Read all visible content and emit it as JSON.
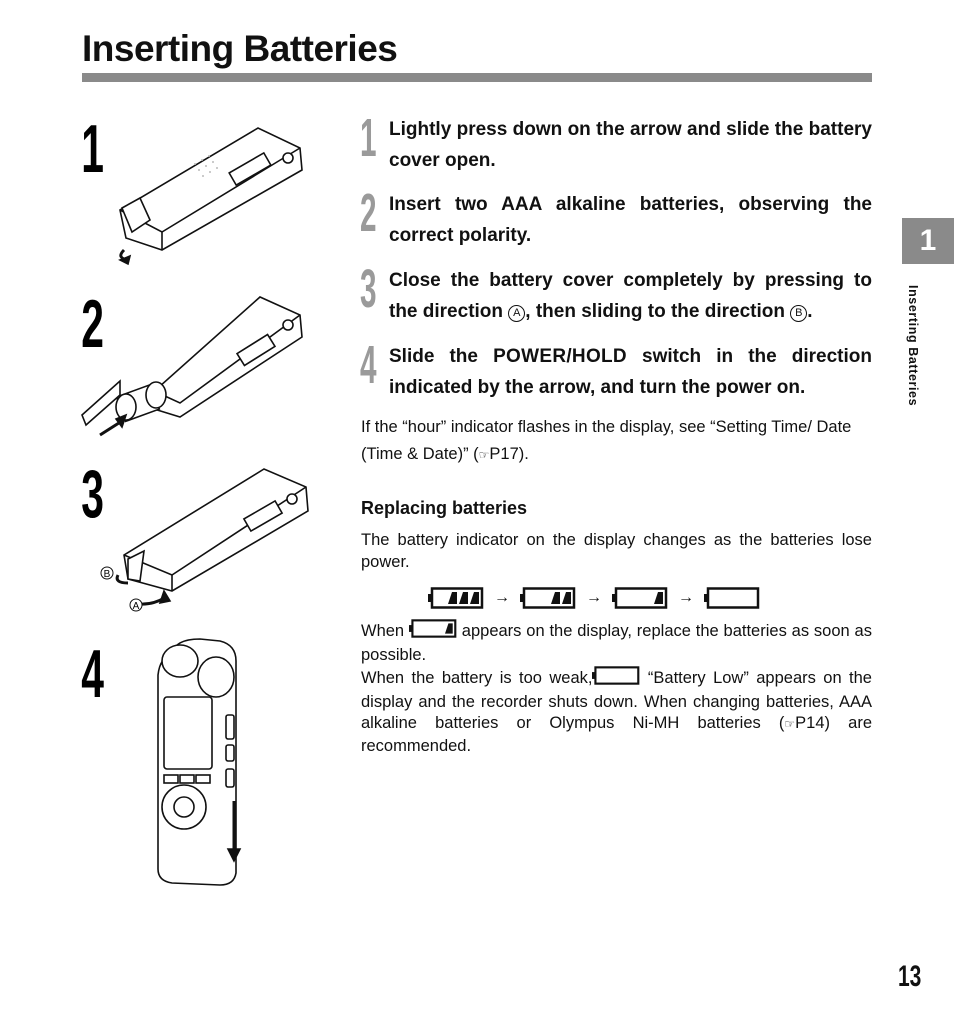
{
  "page": {
    "title": "Inserting Batteries",
    "section_tab": "1",
    "side_label": "Inserting Batteries",
    "page_number": "13"
  },
  "illustrations": [
    {
      "number": "1",
      "icon": "recorder-cover-open-icon"
    },
    {
      "number": "2",
      "icon": "recorder-insert-battery-icon"
    },
    {
      "number": "3",
      "icon": "recorder-close-cover-icon",
      "label_a": "A",
      "label_b": "B"
    },
    {
      "number": "4",
      "icon": "recorder-power-switch-icon"
    }
  ],
  "steps": [
    {
      "number": "1",
      "text": "Lightly press down on the arrow and slide the battery cover open."
    },
    {
      "number": "2",
      "text": "Insert two AAA alkaline batteries, observing the correct polarity."
    },
    {
      "number": "3",
      "before": "Close the battery cover completely by pressing to the direction ",
      "mark_a": "A",
      "middle": ", then sliding to the direction ",
      "mark_b": "B",
      "after": "."
    },
    {
      "number": "4",
      "before": "Slide the ",
      "switch": "POWER/HOLD",
      "after": " switch in the direction indicated by the arrow, and turn the power on."
    }
  ],
  "note": {
    "text": "If the “hour” indicator flashes in the display, see “Setting Time/ Date (Time & Date)” (",
    "ref_icon": "☞",
    "ref": "P17",
    "close": ")."
  },
  "replacing": {
    "heading": "Replacing batteries",
    "intro": "The battery indicator on the display changes as the batteries lose power.",
    "arrow": "→",
    "levels": [
      3,
      2,
      1,
      0
    ],
    "when_before": "When",
    "when_after": "appears on the display, replace the batteries as soon as possible.",
    "weak_before": "When the battery is too weak,",
    "weak_after": "“Battery Low” appears on the display and the recorder shuts down. When changing batteries, AAA alkaline batteries or Olympus Ni-MH batteries (",
    "ref_icon": "☞",
    "ref": "P14",
    "end": ") are recommended."
  }
}
